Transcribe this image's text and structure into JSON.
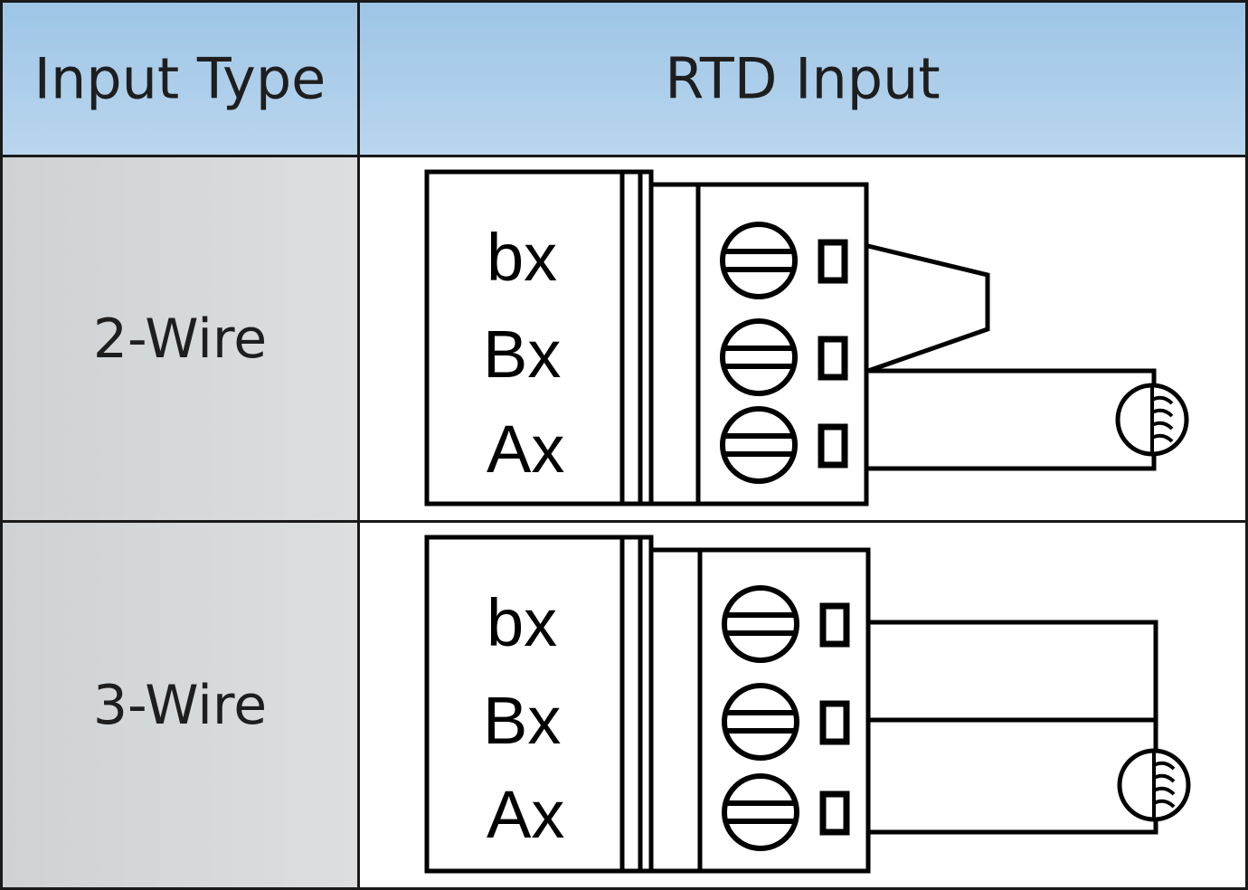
{
  "table": {
    "header": {
      "col1": "Input Type",
      "col2": "RTD Input"
    },
    "rows": [
      {
        "type": "2-Wire",
        "terminals": [
          "bx",
          "Bx",
          "Ax"
        ],
        "icon": "rtd-sensor-icon"
      },
      {
        "type": "3-Wire",
        "terminals": [
          "bx",
          "Bx",
          "Ax"
        ],
        "icon": "rtd-sensor-icon"
      }
    ]
  },
  "colors": {
    "header_bg": "#a8cbe9",
    "label_bg": "#d4d6d8",
    "border": "#1a1a1a"
  }
}
